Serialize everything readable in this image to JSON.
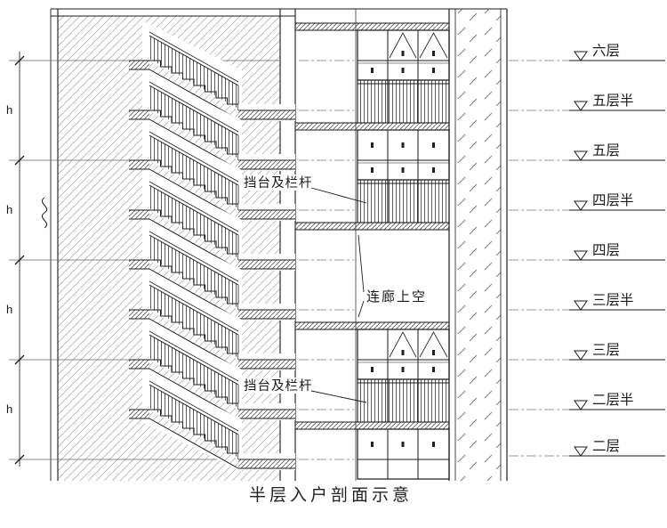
{
  "title": "半层入户剖面示意",
  "levels": [
    {
      "label": "六层"
    },
    {
      "label": "五层半"
    },
    {
      "label": "五层"
    },
    {
      "label": "四层半"
    },
    {
      "label": "四层"
    },
    {
      "label": "三层半"
    },
    {
      "label": "三层"
    },
    {
      "label": "二层半"
    },
    {
      "label": "二层"
    }
  ],
  "dimensions": {
    "labels": [
      "h",
      "h",
      "h",
      "h"
    ]
  },
  "callouts": {
    "railing_upper": "挡台及栏杆",
    "railing_lower": "挡台及栏杆",
    "corridor_void": "连廊上空"
  }
}
